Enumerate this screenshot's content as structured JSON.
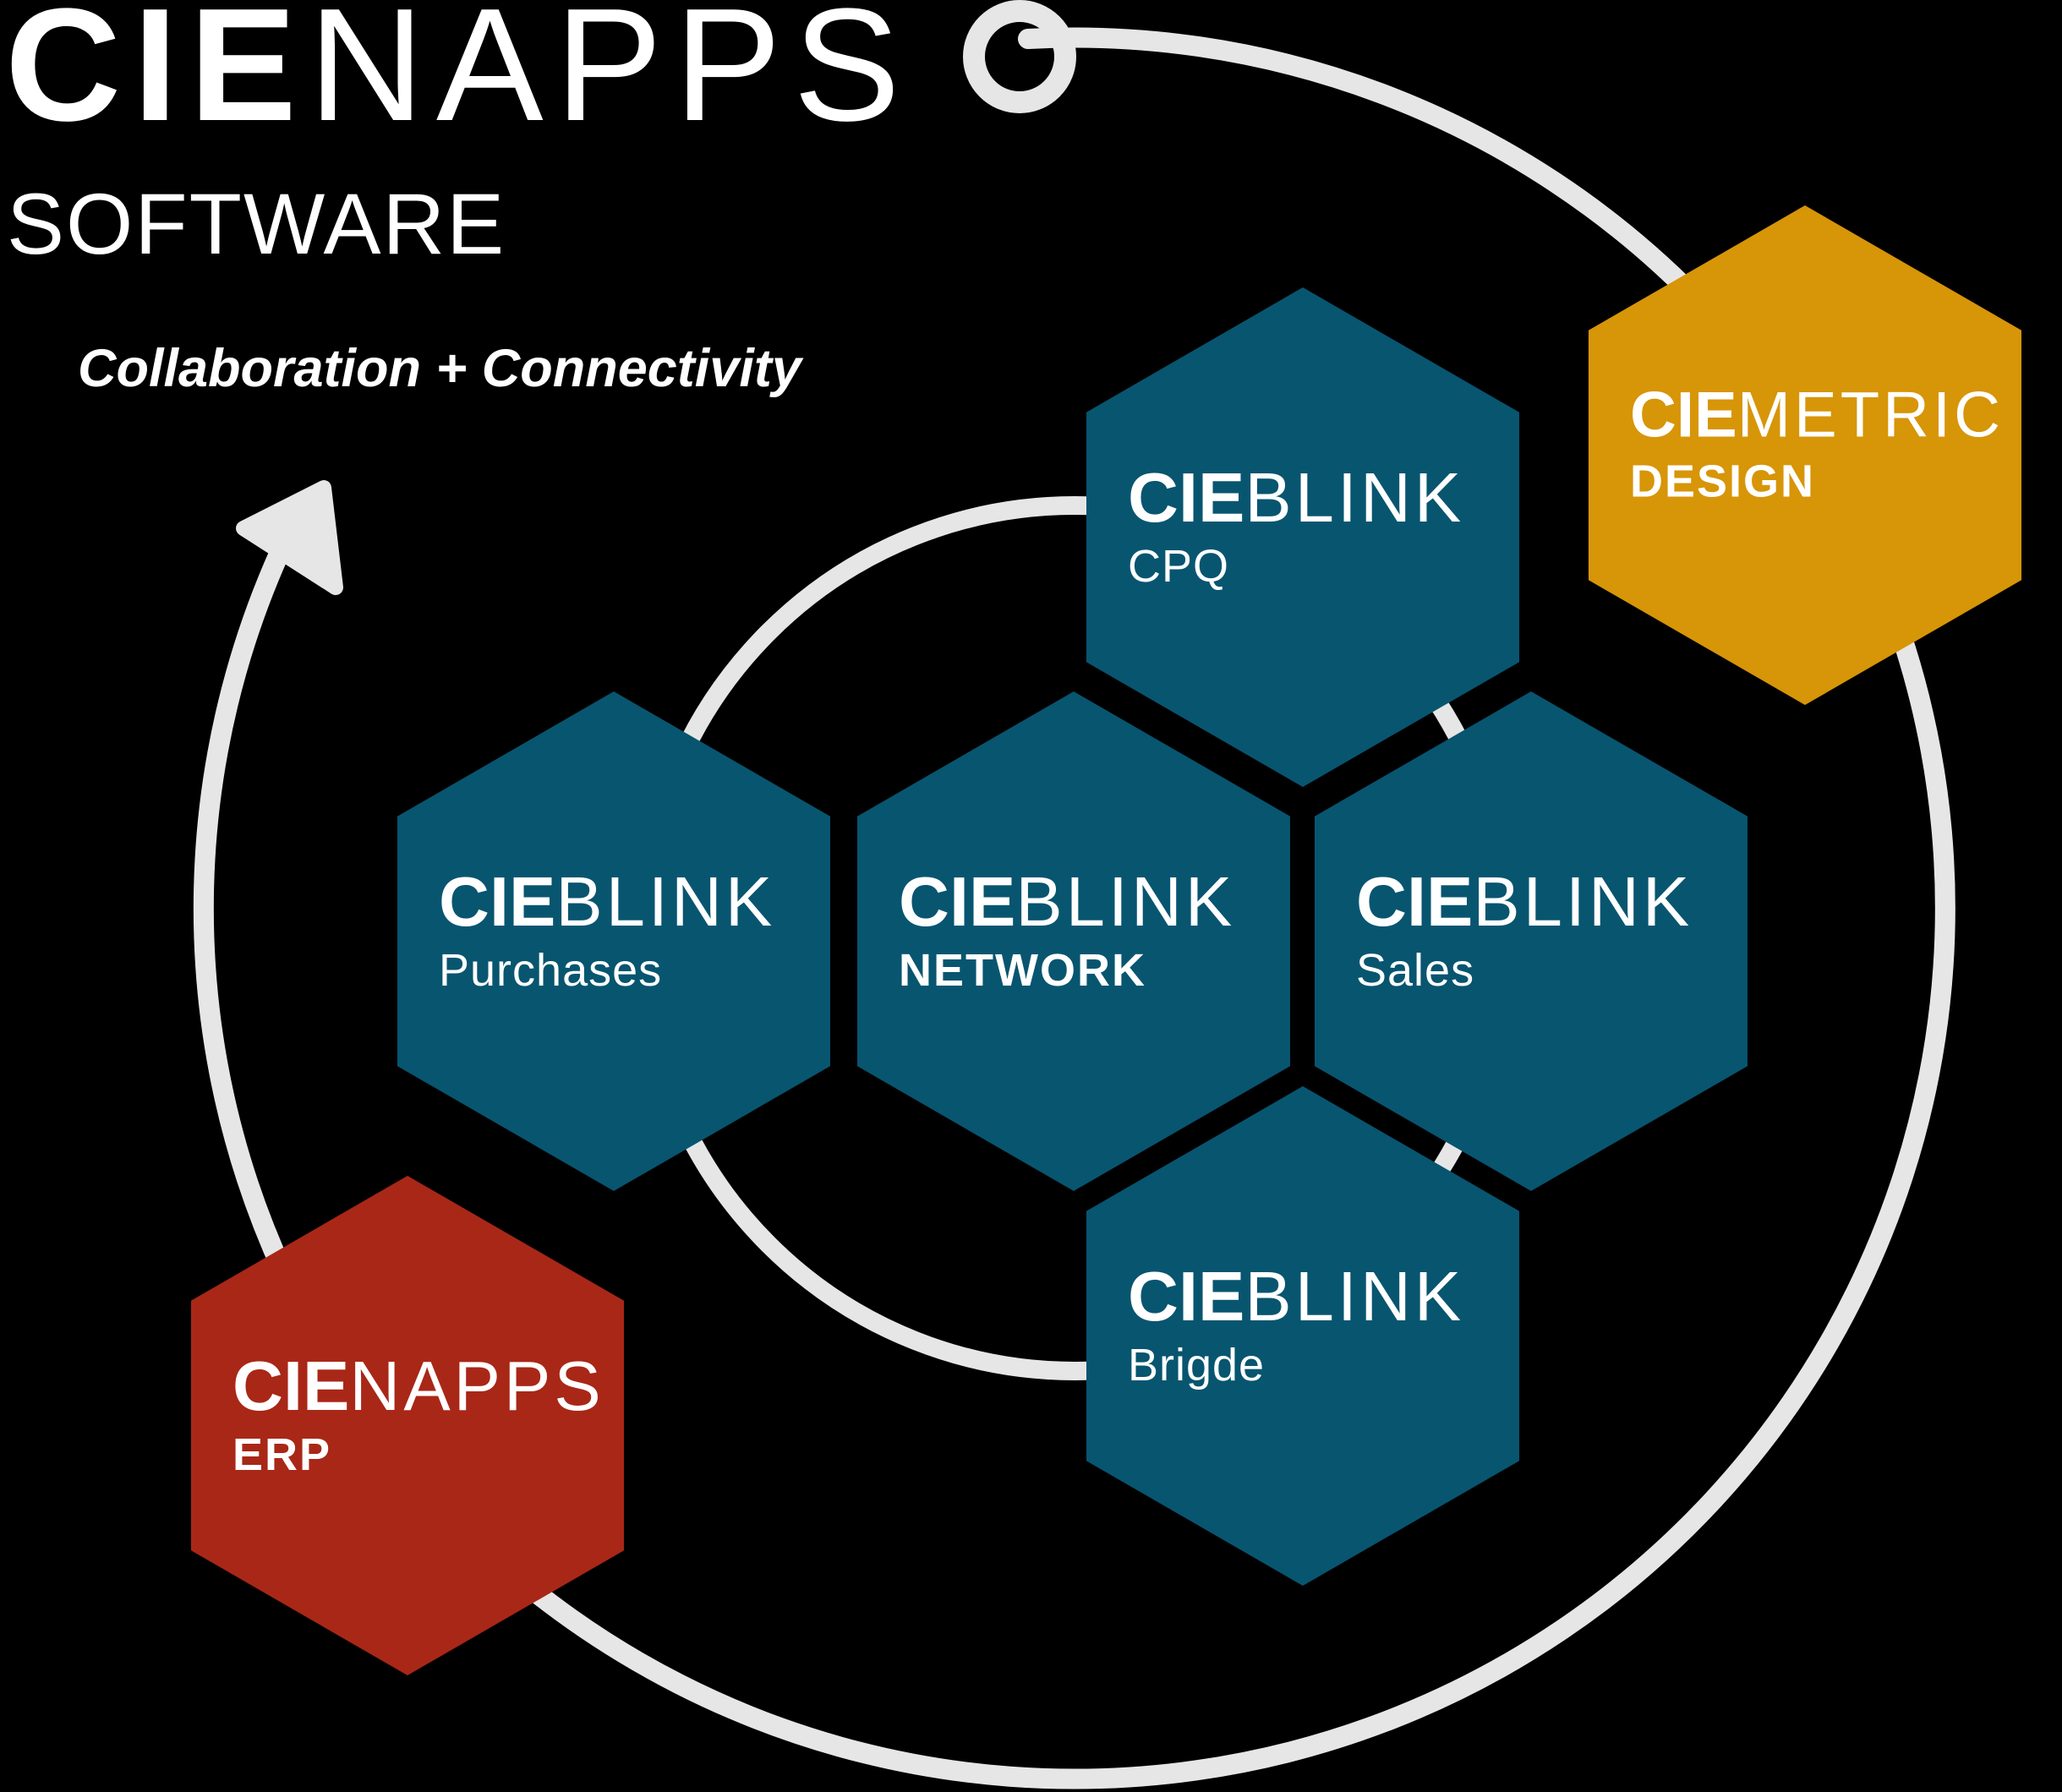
{
  "logo": {
    "brand_bold": "CIE",
    "brand_rest": "NAPPS",
    "software": "SOFTWARE",
    "tagline": "Collaboration + Connectivity"
  },
  "hexagons": [
    {
      "id": "cpq",
      "prefix": "CIE",
      "name": "BLINK",
      "subtitle": "CPQ",
      "palette": "teal"
    },
    {
      "id": "metric",
      "prefix": "CIE",
      "name": "METRIC",
      "subtitle": "DESIGN",
      "palette": "orange"
    },
    {
      "id": "purchases",
      "prefix": "CIE",
      "name": "BLINK",
      "subtitle": "Purchases",
      "palette": "teal"
    },
    {
      "id": "network",
      "prefix": "CIE",
      "name": "BLINK",
      "subtitle": "NETWORK",
      "palette": "teal"
    },
    {
      "id": "sales",
      "prefix": "CIE",
      "name": "BLINK",
      "subtitle": "Sales",
      "palette": "teal"
    },
    {
      "id": "brigde",
      "prefix": "CIE",
      "name": "BLINK",
      "subtitle": "Brigde",
      "palette": "teal"
    },
    {
      "id": "erp",
      "prefix": "CIE",
      "name": "NAPPS",
      "subtitle": "ERP",
      "palette": "red"
    }
  ],
  "colors": {
    "background": "#000000",
    "teal": "#085570",
    "orange": "#d79508",
    "red": "#a92717",
    "line": "#e6e6e6",
    "text": "#ffffff"
  }
}
